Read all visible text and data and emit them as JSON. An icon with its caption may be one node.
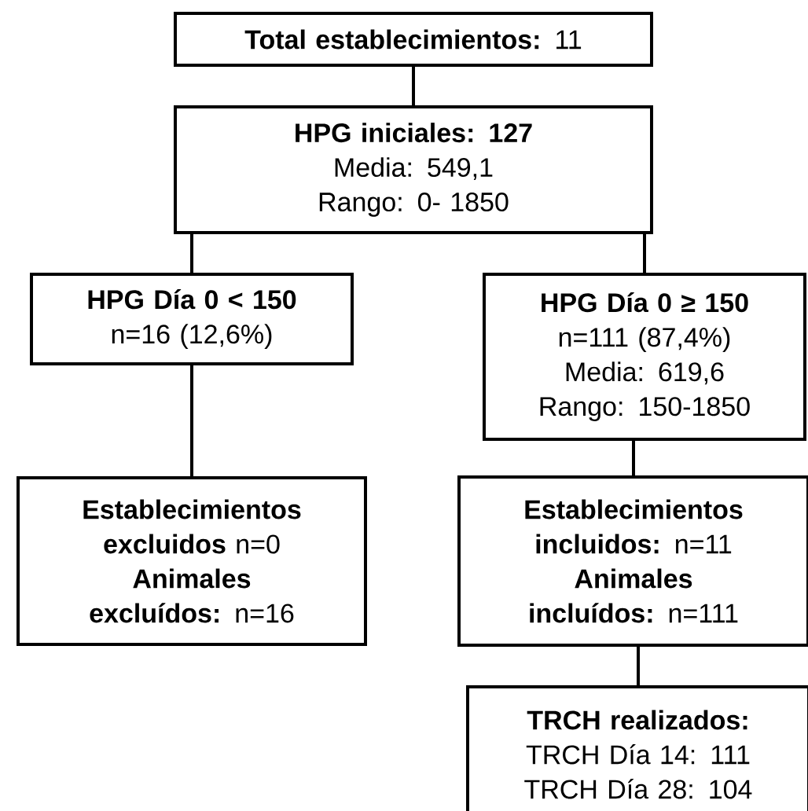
{
  "diagram": {
    "nodes": [
      {
        "text": [
          "**Total establecimientos:** 11"
        ]
      },
      {
        "text": [
          "HPG iniciales: 127",
          "Media: 549,1",
          "Rango: 0- 1850"
        ]
      },
      {
        "text": [
          "HPG Día 0 < 150",
          "n=16 (12,6%)"
        ]
      },
      {
        "text": [
          "HPG Día 0 ≥ 150",
          "n=111 (87,4%)",
          "Media: 619,6",
          "Rango: 150-1850"
        ]
      },
      {
        "text": [
          "**Establecimientos excluidos** n=0",
          "**Animales excluídos:** n=16"
        ]
      },
      {
        "text": [
          "**Establecimientos incluidos:** n=11",
          "**Animales incluídos:** n=111"
        ]
      },
      {
        "text": [
          "TRCH realizados:",
          "TRCH Día 14: 111",
          "TRCH Día 28: 104"
        ]
      }
    ],
    "edges": [
      {
        "from": 0,
        "to": 1,
        "arrow": "none"
      },
      {
        "from": 1,
        "to": 2,
        "arrow": "none"
      },
      {
        "from": 1,
        "to": 3,
        "arrow": "none"
      },
      {
        "from": 2,
        "to": 4,
        "arrow": "none"
      },
      {
        "from": 3,
        "to": 5,
        "arrow": "none"
      },
      {
        "from": 5,
        "to": 6,
        "arrow": "none"
      }
    ]
  }
}
